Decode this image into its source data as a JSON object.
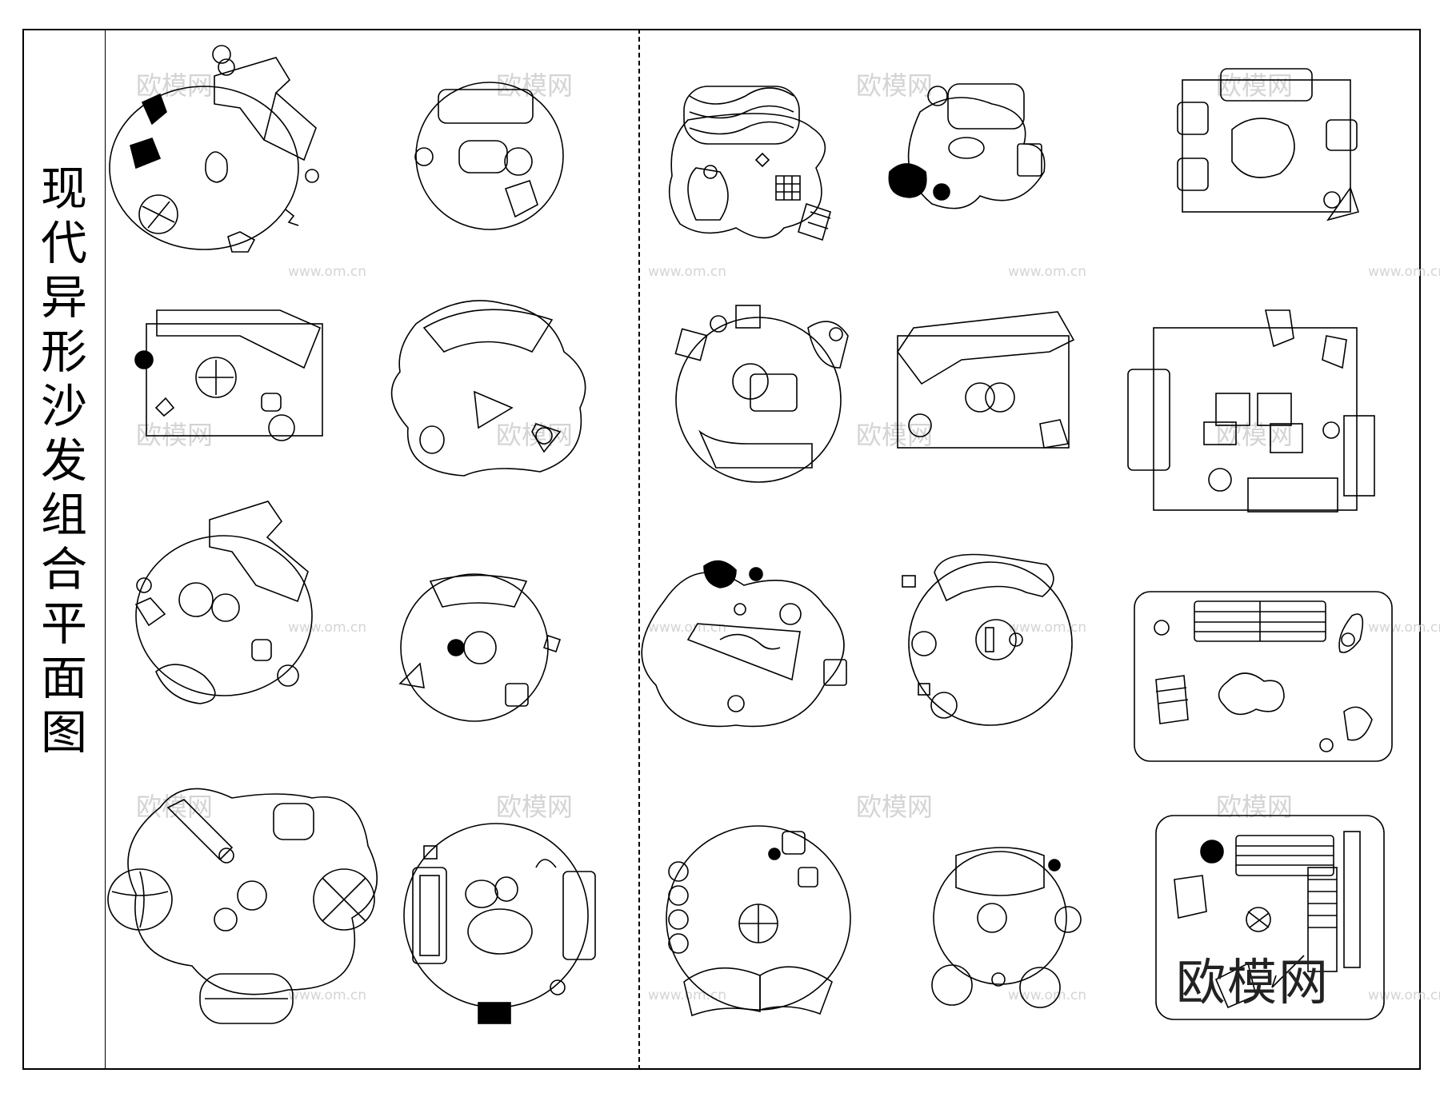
{
  "title": "现代异形沙发组合平面图",
  "watermark": {
    "text": "欧模网",
    "url": "www.om.cn"
  },
  "logo": {
    "text": "欧模网"
  },
  "colors": {
    "line": "#000000",
    "background": "#ffffff",
    "watermark": "#d4d4d4"
  }
}
